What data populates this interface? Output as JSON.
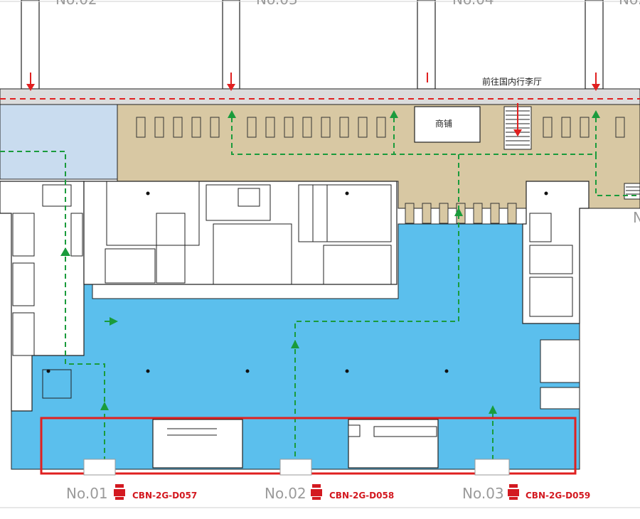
{
  "top_gates": [
    "No.02",
    "No.03",
    "No.04",
    "No."
  ],
  "right_gate_partial": "N",
  "direction_label": "前往国内行李厅",
  "shop_label": "商铺",
  "gates": [
    {
      "number": "No.01",
      "code": "CBN-2G-D057"
    },
    {
      "number": "No.02",
      "code": "CBN-2G-D058"
    },
    {
      "number": "No.03",
      "code": "CBN-2G-D059"
    }
  ],
  "colors": {
    "hall_blue": "#5bbfed",
    "light_blue": "#c9dcef",
    "beige": "#d8c8a3",
    "corridor_gray": "#dcdcdc",
    "path_green": "#1a9b3c",
    "path_red": "#e02020",
    "highlight_red": "#e02020"
  }
}
